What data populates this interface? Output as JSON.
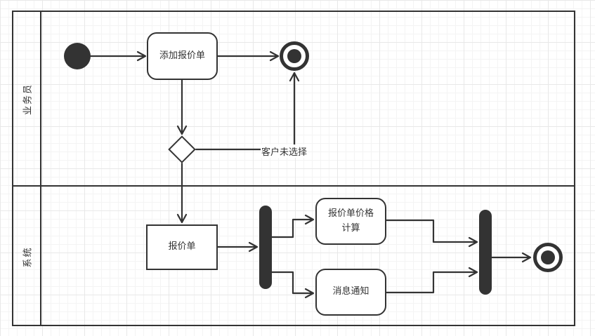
{
  "diagram": {
    "type": "uml-activity-swimlane",
    "lanes": [
      {
        "label": "业务员"
      },
      {
        "label": "系统"
      }
    ],
    "nodes": {
      "add_quote": "添加报价单",
      "quote": "报价单",
      "price_calc": "报价单价格\n计算",
      "notify": "消息通知"
    },
    "edges": {
      "customer_not_selected": "客户未选择"
    },
    "colors": {
      "stroke": "#333333",
      "node_fill": "#ffffff",
      "bar_fill": "#333333",
      "grid_major": "#e8e8e8",
      "grid_minor": "#f4f4f4"
    }
  }
}
